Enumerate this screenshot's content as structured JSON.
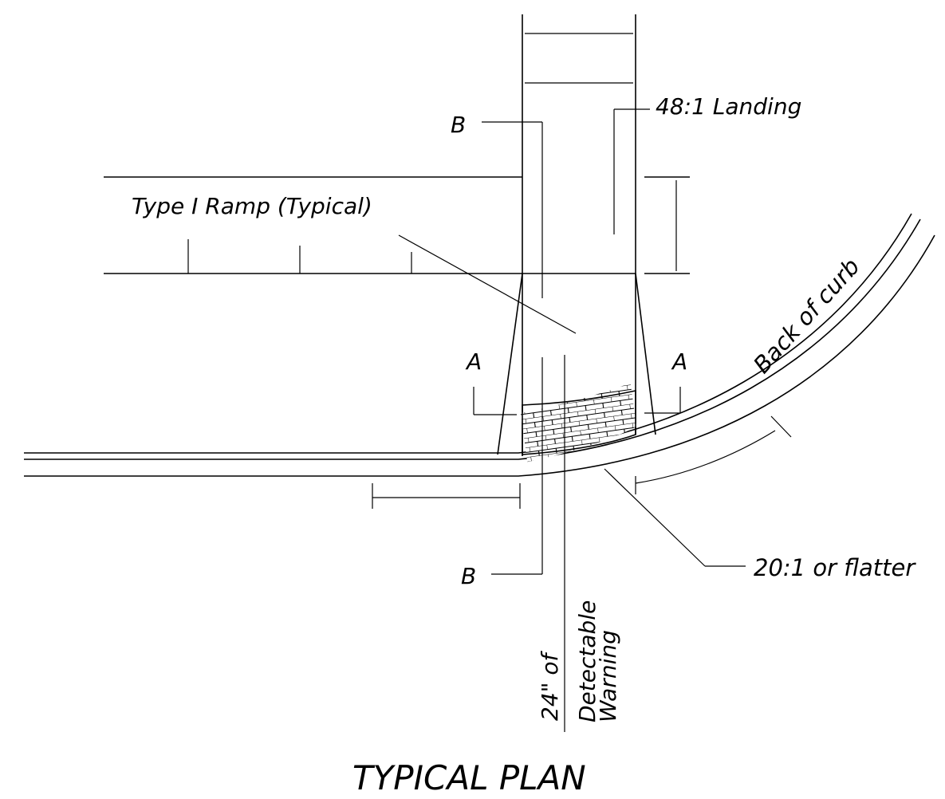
{
  "title": "TYPICAL PLAN",
  "labels": {
    "landing": "48:1 Landing",
    "ramp_type": "Type I Ramp (Typical)",
    "back_of_curb": "Back of curb",
    "flatter": "20:1 or flatter",
    "detectable_line1": "24\" of",
    "detectable_line2": "Detectable",
    "detectable_line3": "Warning",
    "section_a_left": "A",
    "section_a_right": "A",
    "section_b_top": "B",
    "section_b_bottom": "B"
  },
  "colors": {
    "ink": "#000000",
    "paper": "#ffffff"
  }
}
